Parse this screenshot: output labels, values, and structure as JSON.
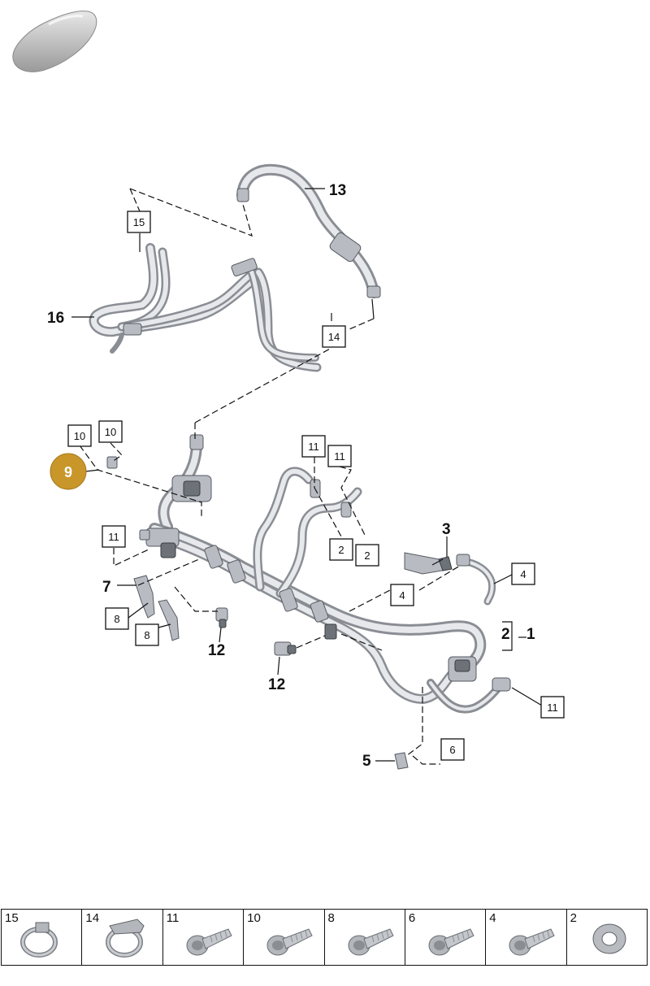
{
  "callouts": {
    "c13": "13",
    "c16": "16",
    "c15": "15",
    "c14": "14",
    "c10a": "10",
    "c10b": "10",
    "c9": "9",
    "c11a": "11",
    "c11b": "11",
    "c11c": "11",
    "c11d": "11",
    "c2a": "2",
    "c2b": "2",
    "c3": "3",
    "c4a": "4",
    "c4b": "4",
    "c7": "7",
    "c8a": "8",
    "c8b": "8",
    "c12a": "12",
    "c12b": "12",
    "c2c": "2",
    "c1": "1",
    "c5": "5",
    "c6": "6"
  },
  "highlight_color": "#c9962a",
  "parts_table": [
    {
      "label": "15",
      "icon": "hose-clamp-icon"
    },
    {
      "label": "14",
      "icon": "bracket-clamp-icon"
    },
    {
      "label": "11",
      "icon": "bolt-icon"
    },
    {
      "label": "10",
      "icon": "bolt-icon"
    },
    {
      "label": "8",
      "icon": "bolt-icon"
    },
    {
      "label": "6",
      "icon": "bolt-icon"
    },
    {
      "label": "4",
      "icon": "bolt-icon"
    },
    {
      "label": "2",
      "icon": "washer-icon"
    }
  ]
}
